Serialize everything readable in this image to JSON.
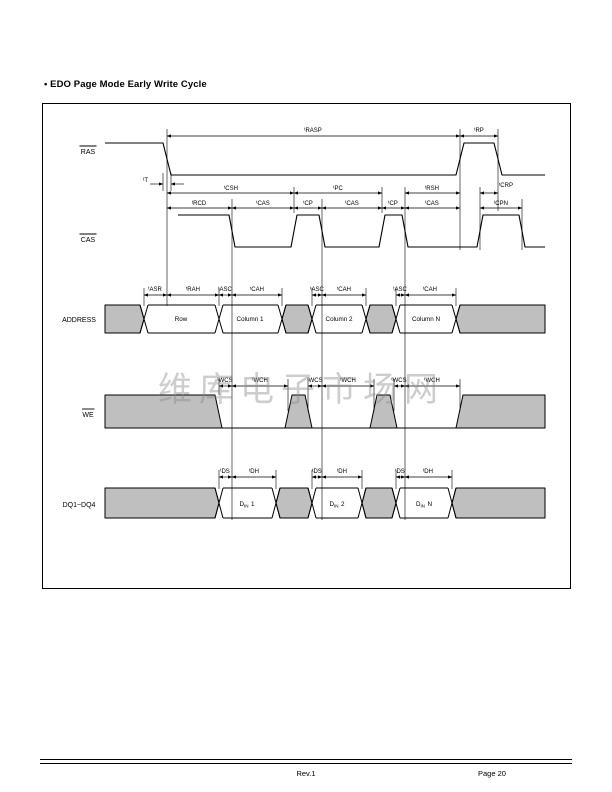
{
  "page": {
    "title": "• EDO Page Mode Early Write Cycle",
    "watermark": "维库电子市场网",
    "footer": {
      "rev": "Rev.1",
      "page": "Page 20"
    }
  },
  "signals": {
    "ras": "RAS",
    "cas": "CAS",
    "address": "ADDRESS",
    "we": "WE",
    "dq": "DQ1~DQ4"
  },
  "tp": "t",
  "params": {
    "rasp": "RASP",
    "rp": "RP",
    "t": "T",
    "csh": "CSH",
    "pc": "PC",
    "rsh": "RSH",
    "crp": "CRP",
    "rcd": "RCD",
    "cas": "CAS",
    "cp": "CP",
    "cpn": "CPN",
    "asr": "ASR",
    "rah": "RAH",
    "asc": "ASC",
    "cah": "CAH",
    "wcs": "WCS",
    "wch": "WCH",
    "ds": "DS",
    "dh": "DH"
  },
  "bus": {
    "row": "Row",
    "col1": "Column 1",
    "col2": "Column 2",
    "coln": "Column N",
    "d": "D",
    "din": "IN",
    "i1": "1",
    "i2": "2",
    "in": "N"
  }
}
